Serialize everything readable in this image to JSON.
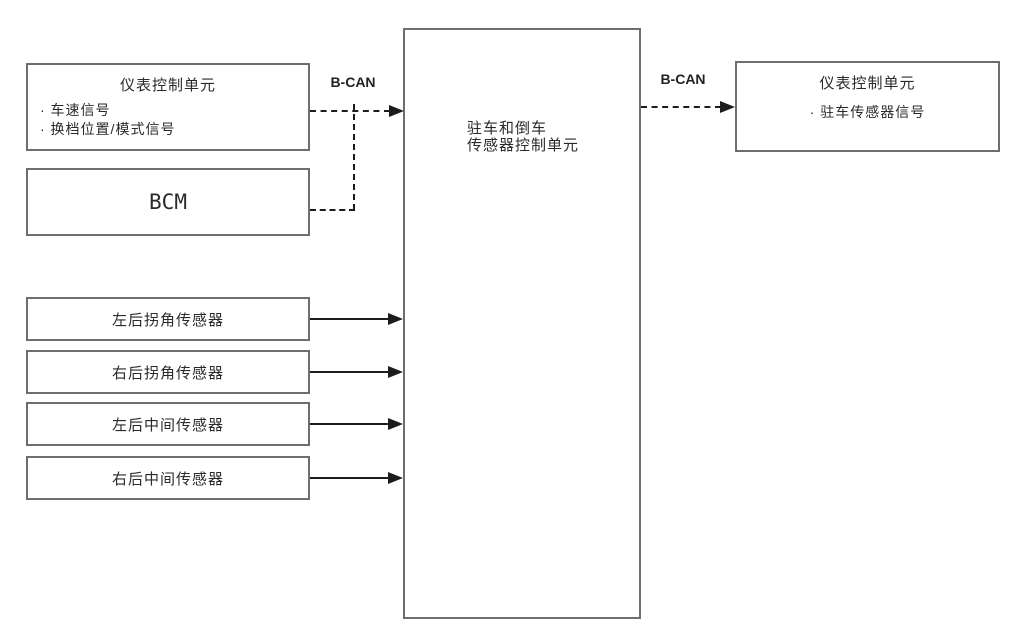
{
  "colors": {
    "bg": "#ffffff",
    "border": "#6e6e6e",
    "line": "#1c1c1c",
    "text": "#2a2a2a"
  },
  "boxes": {
    "instrument_left": {
      "title": "仪表控制单元",
      "bullets": [
        "· 车速信号",
        "· 换档位置/模式信号"
      ]
    },
    "bcm": {
      "label": "BCM"
    },
    "sensors": [
      {
        "label": "左后拐角传感器"
      },
      {
        "label": "右后拐角传感器"
      },
      {
        "label": "左后中间传感器"
      },
      {
        "label": "右后中间传感器"
      }
    ],
    "controller": {
      "line1": "驻车和倒车",
      "line2": "传感器控制单元"
    },
    "instrument_right": {
      "title": "仪表控制单元",
      "bullet": "· 驻车传感器信号"
    }
  },
  "bus_labels": {
    "left": "B-CAN",
    "right": "B-CAN"
  }
}
